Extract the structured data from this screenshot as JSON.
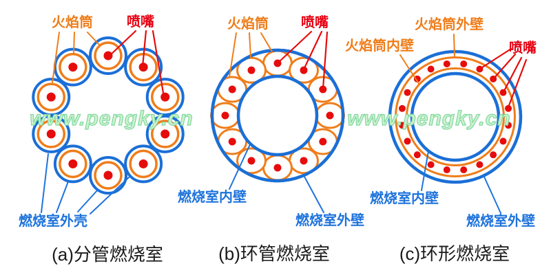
{
  "watermark": {
    "text": "www.pengky.cn",
    "fill_color": "#cdf3cd",
    "outline_color": "#82d8a2"
  },
  "colors": {
    "casing_blue": "#1b6fd6",
    "flame_tube_orange": "#ef7d1a",
    "nozzle_red": "#e60c0c",
    "blue_label_text": "#1e73dc",
    "orange_label_text": "#ef7d1a",
    "red_label_text": "#e60012",
    "caption_text": "#1a1a1a"
  },
  "diagrams": [
    {
      "id": "a",
      "caption": "(a)分管燃烧室",
      "flame_tube_count": 10,
      "nozzle_count": 10,
      "labels": {
        "flame_tube": "火焰筒",
        "nozzle": "喷嘴",
        "casing": "燃烧室外壳"
      }
    },
    {
      "id": "b",
      "caption": "(b)环管燃烧室",
      "flame_tube_count": 12,
      "nozzle_count": 12,
      "labels": {
        "flame_tube": "火焰筒",
        "nozzle": "喷嘴",
        "inner_wall": "燃烧室内壁",
        "outer_wall": "燃烧室外壁"
      }
    },
    {
      "id": "c",
      "caption": "(c)环形燃烧室",
      "nozzle_count": 20,
      "labels": {
        "flame_tube_outer_wall": "火焰筒外壁",
        "flame_tube_inner_wall": "火焰筒内壁",
        "nozzle": "喷嘴",
        "inner_wall": "燃烧室内壁",
        "outer_wall": "燃烧室外壁"
      }
    }
  ]
}
